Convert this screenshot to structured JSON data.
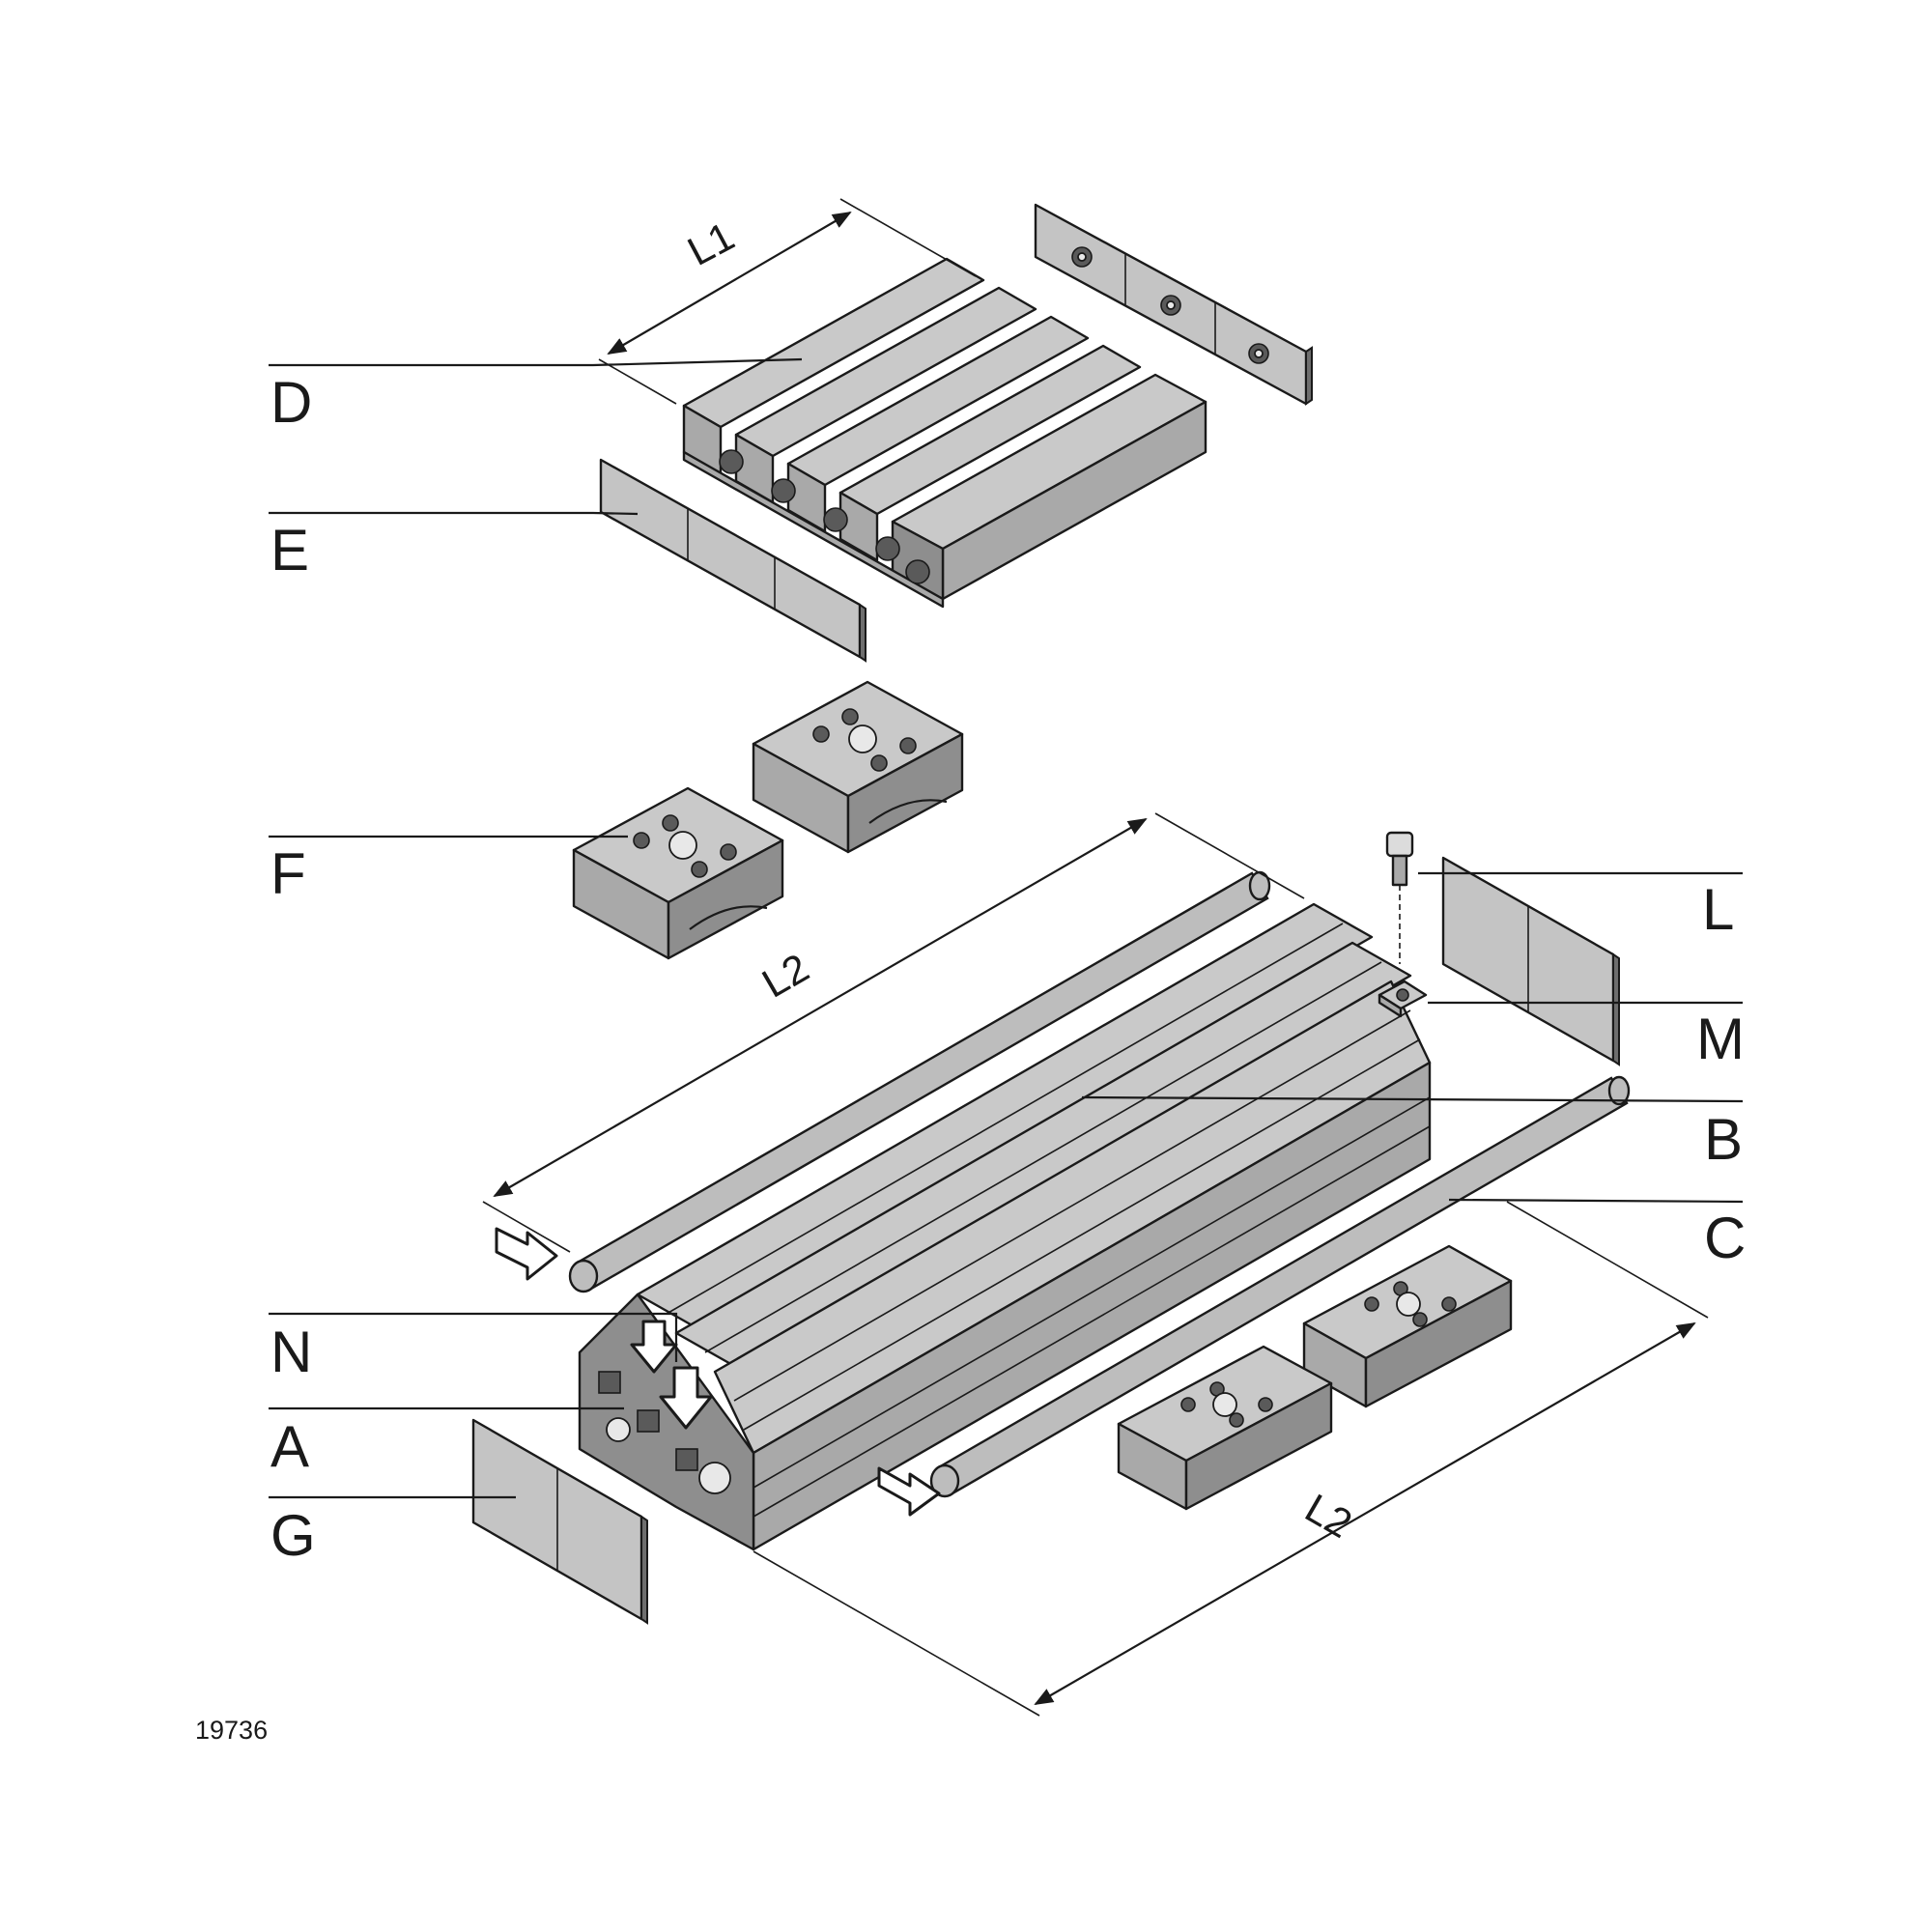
{
  "labels": {
    "A": "A",
    "B": "B",
    "C": "C",
    "D": "D",
    "E": "E",
    "F": "F",
    "G": "G",
    "L": "L",
    "M": "M",
    "N": "N"
  },
  "dimensions": {
    "l1": "L1",
    "l2_upper": "L2",
    "l2_lower": "L2"
  },
  "drawing_number": "19736"
}
